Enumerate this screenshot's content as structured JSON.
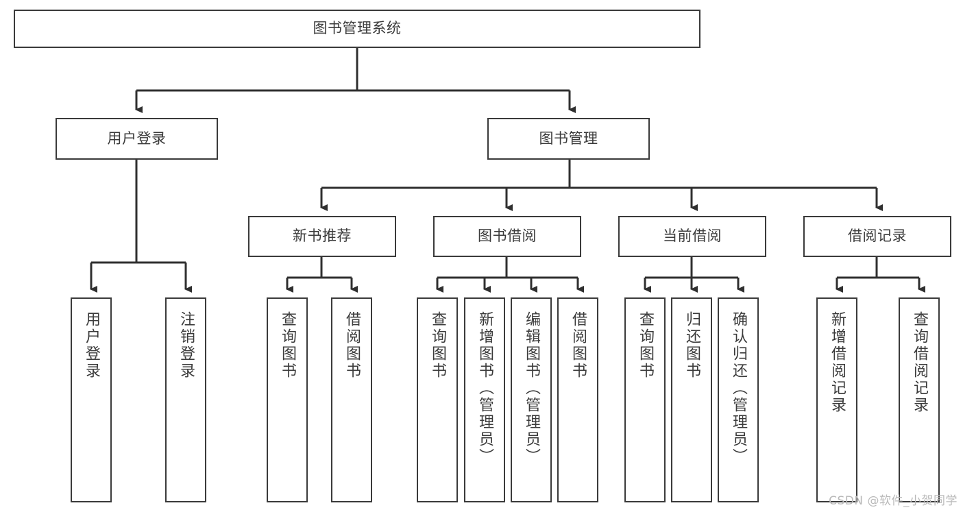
{
  "title": "图书管理系统",
  "colors": {
    "box_border": "#3a3a3a",
    "box_fill": "#ffffff",
    "text": "#3b3b3b",
    "connector": "#2f2f2f",
    "watermark": "#b9b9b9"
  },
  "watermark": "CSDN @软件_小贺同学",
  "nodes": {
    "root": {
      "label": "图书管理系统"
    },
    "level1": [
      {
        "label": "用户登录"
      },
      {
        "label": "图书管理"
      }
    ],
    "level2": [
      {
        "label": "新书推荐"
      },
      {
        "label": "图书借阅"
      },
      {
        "label": "当前借阅"
      },
      {
        "label": "借阅记录"
      }
    ],
    "leaves": {
      "user_login": [
        {
          "label": "用户登录"
        },
        {
          "label": "注销登录"
        }
      ],
      "new_book": [
        {
          "label": "查询图书"
        },
        {
          "label": "借阅图书"
        }
      ],
      "borrow_book": [
        {
          "label": "查询图书"
        },
        {
          "label": "新增图书（管理员）"
        },
        {
          "label": "编辑图书（管理员）"
        },
        {
          "label": "借阅图书"
        }
      ],
      "current_borrow": [
        {
          "label": "查询图书"
        },
        {
          "label": "归还图书"
        },
        {
          "label": "确认归还（管理员）"
        }
      ],
      "borrow_record": [
        {
          "label": "新增借阅记录"
        },
        {
          "label": "查询借阅记录"
        }
      ]
    }
  }
}
